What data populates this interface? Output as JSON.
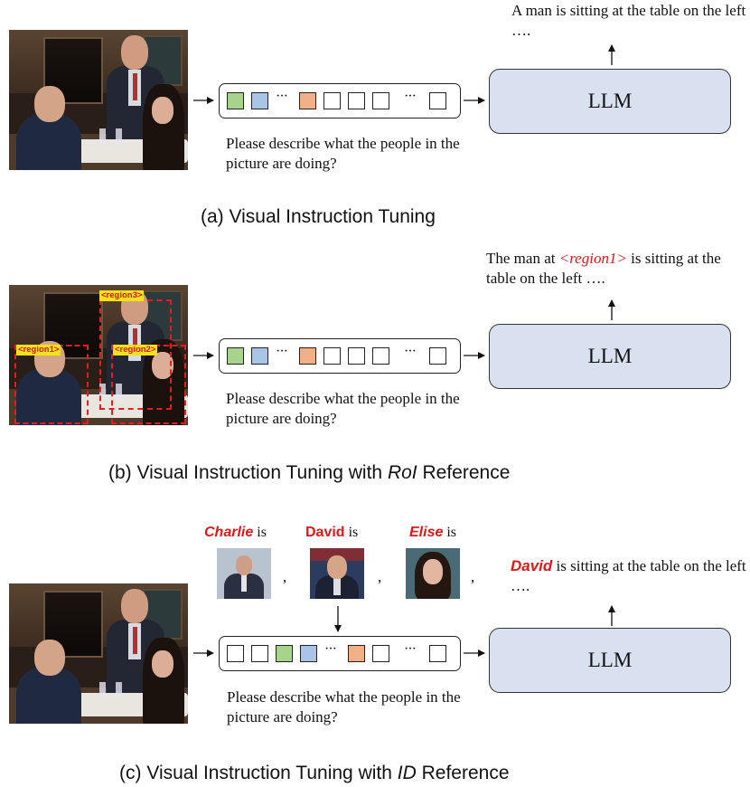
{
  "panel_a": {
    "instruction": "Please describe what the people in the picture are doing?",
    "llm_label": "LLM",
    "output": "A man is sitting at the table on the left ….",
    "caption": "(a) Visual Instruction Tuning"
  },
  "panel_b": {
    "instruction": "Please describe what the people in the picture are doing?",
    "llm_label": "LLM",
    "output_prefix": "The man at",
    "output_region": "<region1>",
    "output_suffix": "is sitting at the table on the left ….",
    "regions": [
      "<region1>",
      "<region2>",
      "<region3>"
    ],
    "caption_prefix": "(b) Visual Instruction Tuning with",
    "caption_em": "RoI",
    "caption_suffix": "Reference"
  },
  "panel_c": {
    "ids": [
      {
        "name": "Charlie",
        "suffix": "is"
      },
      {
        "name": "David",
        "suffix": "is"
      },
      {
        "name": "Elise",
        "suffix": "is"
      }
    ],
    "comma": ",",
    "instruction": "Please describe what the people in the picture are doing?",
    "llm_label": "LLM",
    "output_name": "David",
    "output_suffix": "is sitting at the table on the left ….",
    "caption_prefix": "(c) Visual Instruction Tuning with",
    "caption_em": "ID",
    "caption_suffix": "Reference"
  },
  "token_ellipsis": "···",
  "colors": {
    "token_green": "#a7d38c",
    "token_blue": "#a9c4e6",
    "token_orange": "#f2b086",
    "llm_fill": "#d9e1f1",
    "reference_red": "#e01818",
    "region_tag_yellow": "#f5e218"
  }
}
